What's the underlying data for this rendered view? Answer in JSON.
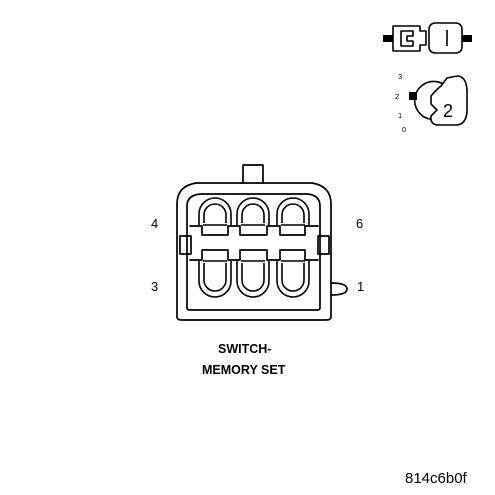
{
  "connector": {
    "pin_labels": {
      "top_left": "4",
      "top_right": "6",
      "bottom_left": "3",
      "bottom_right": "1"
    },
    "caption_line1": "SWITCH-",
    "caption_line2": "MEMORY SET"
  },
  "view_indicator": {
    "position_numbers": [
      "3",
      "2",
      "1",
      "0"
    ],
    "view_number": "2",
    "connector_icon": "connector-halves-icon",
    "view_icon": "connector-view-key-icon"
  },
  "reference_code": "814c6b0f",
  "colors": {
    "line": "#000000",
    "background": "#ffffff"
  }
}
